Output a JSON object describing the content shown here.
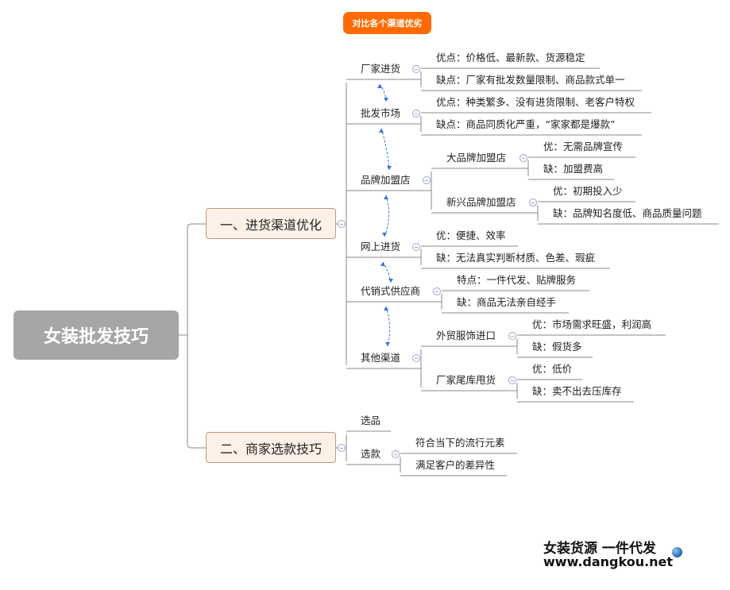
{
  "title_button": "对比各个渠道优劣",
  "root": "女装批发技巧",
  "branches": [
    {
      "label": "一、进货渠道优化",
      "items": [
        {
          "label": "厂家进货",
          "children": [
            {
              "label": "优点：价格低、最新款、货源稳定"
            },
            {
              "label": "缺点：厂家有批发数量限制、商品款式单一"
            }
          ]
        },
        {
          "label": "批发市场",
          "children": [
            {
              "label": "优点：种类繁多、没有进货限制、老客户特权"
            },
            {
              "label": "缺点：商品同质化严重，“家家都是爆款”"
            }
          ]
        },
        {
          "label": "品牌加盟店",
          "children": [
            {
              "label": "大品牌加盟店",
              "children": [
                {
                  "label": "优：无需品牌宣传"
                },
                {
                  "label": "缺：加盟费高"
                }
              ]
            },
            {
              "label": "新兴品牌加盟店",
              "children": [
                {
                  "label": "优：初期投入少"
                },
                {
                  "label": "缺：品牌知名度低、商品质量问题"
                }
              ]
            }
          ]
        },
        {
          "label": "网上进货",
          "children": [
            {
              "label": "优：便捷、效率"
            },
            {
              "label": "缺：无法真实判断材质、色差、瑕疵"
            }
          ]
        },
        {
          "label": "代销式供应商",
          "children": [
            {
              "label": "特点：一件代发、贴牌服务"
            },
            {
              "label": "缺：商品无法亲自经手"
            }
          ]
        },
        {
          "label": "其他渠道",
          "children": [
            {
              "label": "外贸服饰进口",
              "children": [
                {
                  "label": "优：市场需求旺盛，利润高"
                },
                {
                  "label": "缺：假货多"
                }
              ]
            },
            {
              "label": "厂家尾库甩货",
              "children": [
                {
                  "label": "优：低价"
                },
                {
                  "label": "缺：卖不出去压库存"
                }
              ]
            }
          ]
        }
      ]
    },
    {
      "label": "二、商家选款技巧",
      "items": [
        {
          "label": "选品"
        },
        {
          "label": "选款",
          "children": [
            {
              "label": "符合当下的流行元素"
            },
            {
              "label": "满足客户的差异性"
            }
          ]
        }
      ]
    }
  ],
  "watermark": {
    "line1": "女装货源 一件代发",
    "line2": "www.dangkou.net"
  },
  "colors": {
    "accent": "#ff6a00",
    "root": "#a6a6a6",
    "branch_fill": "#fdf1e7",
    "relation": "#3b6fe0"
  }
}
